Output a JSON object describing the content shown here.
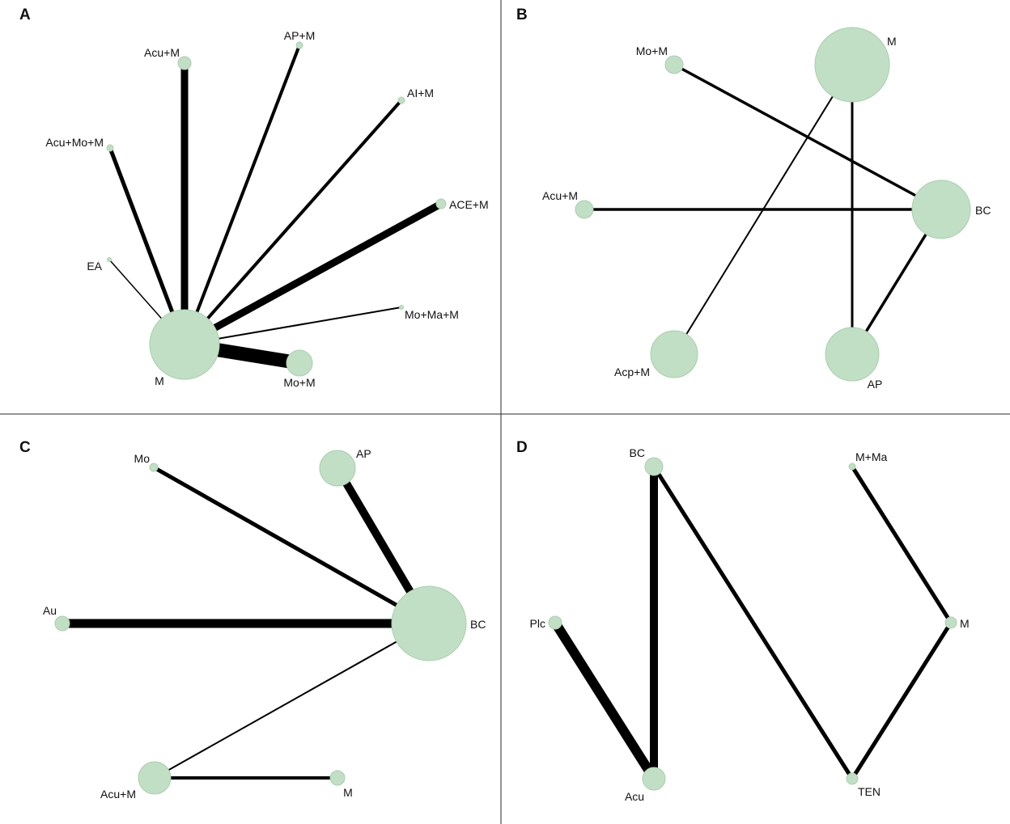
{
  "panels": [
    {
      "id": "A",
      "letter": "A",
      "nodes": [
        {
          "id": "Acu+M",
          "label": "Acu+M"
        },
        {
          "id": "AP+M",
          "label": "AP+M"
        },
        {
          "id": "AI+M",
          "label": "AI+M"
        },
        {
          "id": "Acu+Mo+M",
          "label": "Acu+Mo+M"
        },
        {
          "id": "ACE+M",
          "label": "ACE+M"
        },
        {
          "id": "EA",
          "label": "EA"
        },
        {
          "id": "Mo+Ma+M",
          "label": "Mo+Ma+M"
        },
        {
          "id": "M",
          "label": "M"
        },
        {
          "id": "Mo+M",
          "label": "Mo+M"
        }
      ],
      "edges": [
        {
          "from": "M",
          "to": "Acu+M"
        },
        {
          "from": "M",
          "to": "AP+M"
        },
        {
          "from": "M",
          "to": "AI+M"
        },
        {
          "from": "M",
          "to": "Acu+Mo+M"
        },
        {
          "from": "M",
          "to": "ACE+M"
        },
        {
          "from": "M",
          "to": "EA"
        },
        {
          "from": "M",
          "to": "Mo+Ma+M"
        },
        {
          "from": "M",
          "to": "Mo+M"
        }
      ]
    },
    {
      "id": "B",
      "letter": "B",
      "nodes": [
        {
          "id": "Mo+M",
          "label": "Mo+M"
        },
        {
          "id": "M",
          "label": "M"
        },
        {
          "id": "Acu+M",
          "label": "Acu+M"
        },
        {
          "id": "BC",
          "label": "BC"
        },
        {
          "id": "Acp+M",
          "label": "Acp+M"
        },
        {
          "id": "AP",
          "label": "AP"
        }
      ],
      "edges": [
        {
          "from": "Mo+M",
          "to": "BC"
        },
        {
          "from": "Acu+M",
          "to": "BC"
        },
        {
          "from": "M",
          "to": "Acp+M"
        },
        {
          "from": "M",
          "to": "AP"
        },
        {
          "from": "BC",
          "to": "AP"
        }
      ]
    },
    {
      "id": "C",
      "letter": "C",
      "nodes": [
        {
          "id": "Mo",
          "label": "Mo"
        },
        {
          "id": "AP",
          "label": "AP"
        },
        {
          "id": "Au",
          "label": "Au"
        },
        {
          "id": "BC",
          "label": "BC"
        },
        {
          "id": "Acu+M",
          "label": "Acu+M"
        },
        {
          "id": "M",
          "label": "M"
        }
      ],
      "edges": [
        {
          "from": "Mo",
          "to": "BC"
        },
        {
          "from": "AP",
          "to": "BC"
        },
        {
          "from": "Au",
          "to": "BC"
        },
        {
          "from": "Acu+M",
          "to": "BC"
        },
        {
          "from": "Acu+M",
          "to": "M"
        }
      ]
    },
    {
      "id": "D",
      "letter": "D",
      "nodes": [
        {
          "id": "BC",
          "label": "BC"
        },
        {
          "id": "M+Ma",
          "label": "M+Ma"
        },
        {
          "id": "Plc",
          "label": "Plc"
        },
        {
          "id": "M",
          "label": "M"
        },
        {
          "id": "Acu",
          "label": "Acu"
        },
        {
          "id": "TEN",
          "label": "TEN"
        }
      ],
      "edges": [
        {
          "from": "BC",
          "to": "Acu"
        },
        {
          "from": "BC",
          "to": "TEN"
        },
        {
          "from": "Plc",
          "to": "Acu"
        },
        {
          "from": "M+Ma",
          "to": "M"
        },
        {
          "from": "M",
          "to": "TEN"
        }
      ]
    }
  ]
}
